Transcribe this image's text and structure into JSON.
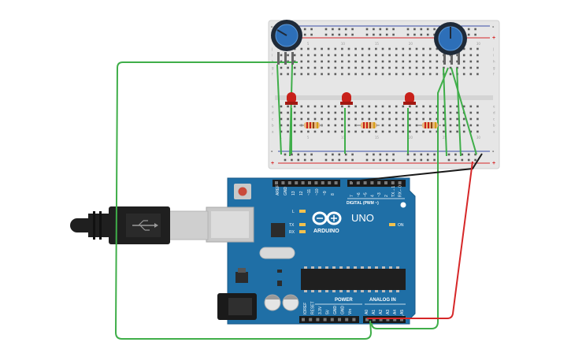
{
  "arduino": {
    "brand": "ARDUINO",
    "model": "UNO",
    "digital_header_label": "DIGITAL (PWM ~)",
    "power_label": "POWER",
    "analog_label": "ANALOG IN",
    "on_label": "ON",
    "led_labels": [
      "L",
      "TX",
      "RX"
    ],
    "digital_pins_left": [
      "AREF",
      "GND",
      "13",
      "12",
      "~11",
      "~10",
      "~9",
      "8"
    ],
    "digital_pins_right": [
      "7",
      "~6",
      "~5",
      "4",
      "~3",
      "2",
      "TX→1",
      "RX←0"
    ],
    "power_pins": [
      "IOREF",
      "RESET",
      "3.3V",
      "5V",
      "GND",
      "GND",
      "Vin"
    ],
    "analog_pins": [
      "A0",
      "A1",
      "A2",
      "A3",
      "A4",
      "A5"
    ]
  },
  "breadboard": {
    "row_letters_top": [
      "j",
      "i",
      "h",
      "g",
      "f"
    ],
    "row_letters_bottom": [
      "e",
      "d",
      "c",
      "b",
      "a"
    ],
    "column_numbers": [
      "1",
      "5",
      "10",
      "15",
      "20",
      "25",
      "30"
    ],
    "rail_plus": "+",
    "rail_minus": "-"
  },
  "colors": {
    "board_blue": "#1f6fa6",
    "wire_green": "#3fae49",
    "wire_red": "#d62728",
    "wire_black": "#1a1a1a",
    "led_red": "#c8201a",
    "breadboard": "#e6e6e6",
    "pot_blue": "#2d6fb8"
  },
  "components": {
    "leds": 3,
    "resistors": 3,
    "potentiometers": 2
  }
}
